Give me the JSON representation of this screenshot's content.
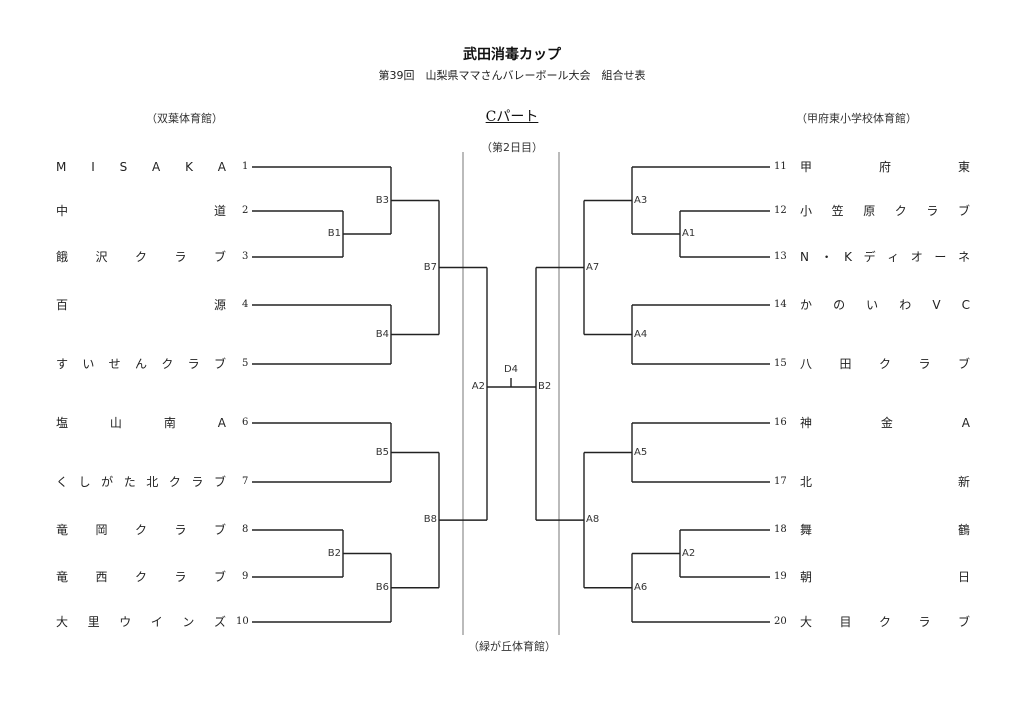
{
  "header": {
    "title": "武田消毒カップ",
    "subtitle": "第39回　山梨県ママさんバレーボール大会　組合せ表"
  },
  "venues": {
    "left": "（双葉体育館）",
    "right": "（甲府東小学校体育館）",
    "center_bottom": "（緑が丘体育館）"
  },
  "part": {
    "label": "Cパート",
    "day": "（第2日目）"
  },
  "left_teams": [
    {
      "seed": "1",
      "name": [
        "M",
        "I",
        "S",
        "A",
        "K",
        "A"
      ]
    },
    {
      "seed": "2",
      "name": [
        "中",
        "道"
      ]
    },
    {
      "seed": "3",
      "name": [
        "餓",
        "沢",
        "ク",
        "ラ",
        "ブ"
      ]
    },
    {
      "seed": "4",
      "name": [
        "百",
        "源"
      ]
    },
    {
      "seed": "5",
      "name": [
        "す",
        "い",
        "せ",
        "ん",
        "ク",
        "ラ",
        "ブ"
      ]
    },
    {
      "seed": "6",
      "name": [
        "塩",
        "山",
        "南",
        "A"
      ]
    },
    {
      "seed": "7",
      "name": [
        "く",
        "し",
        "が",
        "た",
        "北",
        "ク",
        "ラ",
        "ブ"
      ]
    },
    {
      "seed": "8",
      "name": [
        "竜",
        "岡",
        "ク",
        "ラ",
        "ブ"
      ]
    },
    {
      "seed": "9",
      "name": [
        "竜",
        "西",
        "ク",
        "ラ",
        "ブ"
      ]
    },
    {
      "seed": "10",
      "name": [
        "大",
        "里",
        "ウ",
        "イ",
        "ン",
        "ズ"
      ]
    }
  ],
  "right_teams": [
    {
      "seed": "11",
      "name": [
        "甲",
        "府",
        "東"
      ]
    },
    {
      "seed": "12",
      "name": [
        "小",
        "笠",
        "原",
        "ク",
        "ラ",
        "ブ"
      ]
    },
    {
      "seed": "13",
      "name": [
        "N",
        "・",
        "K",
        "デ",
        "ィ",
        "オ",
        "ー",
        "ネ"
      ]
    },
    {
      "seed": "14",
      "name": [
        "か",
        "の",
        "い",
        "わ",
        "V",
        "C"
      ]
    },
    {
      "seed": "15",
      "name": [
        "八",
        "田",
        "ク",
        "ラ",
        "ブ"
      ]
    },
    {
      "seed": "16",
      "name": [
        "神",
        "金",
        "A"
      ]
    },
    {
      "seed": "17",
      "name": [
        "北",
        "新"
      ]
    },
    {
      "seed": "18",
      "name": [
        "舞",
        "鶴"
      ]
    },
    {
      "seed": "19",
      "name": [
        "朝",
        "日"
      ]
    },
    {
      "seed": "20",
      "name": [
        "大",
        "目",
        "ク",
        "ラ",
        "ブ"
      ]
    }
  ],
  "matches": {
    "left": {
      "B1": "B1",
      "B2": "B2",
      "B3": "B3",
      "B4": "B4",
      "B5": "B5",
      "B6": "B6",
      "B7": "B7",
      "B8": "B8",
      "final": "A2"
    },
    "right": {
      "A1": "A1",
      "A2": "A2",
      "A3": "A3",
      "A4": "A4",
      "A5": "A5",
      "A6": "A6",
      "A7": "A7",
      "A8": "A8",
      "final": "B2"
    },
    "championship": "D4"
  }
}
